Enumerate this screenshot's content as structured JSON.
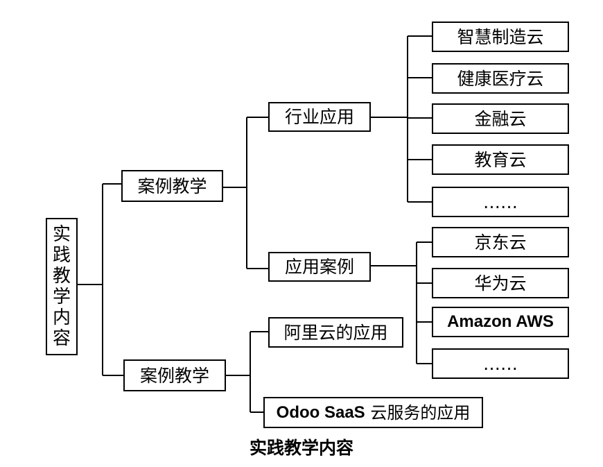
{
  "root": {
    "label": "实践教学内容",
    "chars": [
      "实",
      "践",
      "教",
      "学",
      "内",
      "容"
    ]
  },
  "level1": {
    "top": "案例教学",
    "bottom": "案例教学"
  },
  "level2": {
    "industry": "行业应用",
    "cases": "应用案例",
    "aliyun": "阿里云的应用",
    "odoo_prefix": "Odoo SaaS",
    "odoo_suffix": " 云服务的应用"
  },
  "industry_items": [
    "智慧制造云",
    "健康医疗云",
    "金融云",
    "教育云",
    "……"
  ],
  "case_items": [
    "京东云",
    "华为云",
    "Amazon AWS",
    "……"
  ],
  "caption": "实践教学内容"
}
